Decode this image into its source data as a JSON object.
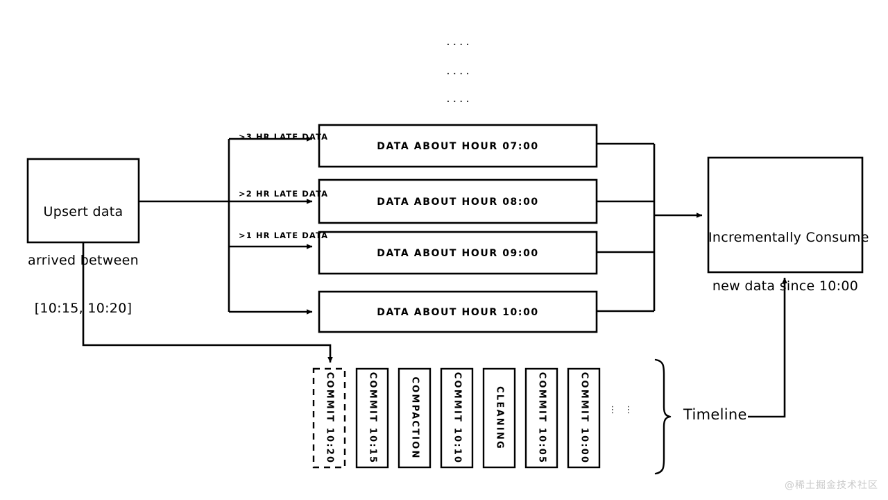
{
  "diagram": {
    "title": "Hudi upsert / incremental consumption timeline",
    "stroke_color": "#000000",
    "background_color": "#ffffff",
    "watermark": "@稀土掘金技术社区"
  },
  "source_box": {
    "line1": "Upsert data",
    "line2": "arrived between",
    "line3": "[10:15, 10:20]"
  },
  "edge_labels": [
    {
      "text": ">3 HR LATE DATA"
    },
    {
      "text": ">2 HR LATE DATA"
    },
    {
      "text": ">1 HR LATE DATA"
    }
  ],
  "data_boxes": [
    {
      "label": "DATA ABOUT HOUR 07:00"
    },
    {
      "label": "DATA ABOUT HOUR 08:00"
    },
    {
      "label": "DATA ABOUT HOUR 09:00"
    },
    {
      "label": "DATA ABOUT HOUR 10:00"
    }
  ],
  "ellipsis": {
    "top_rows": [
      "....",
      "....",
      "...."
    ],
    "timeline_vertical": [
      "⋮",
      "⋮"
    ]
  },
  "consume_box": {
    "line1": "Incrementally Consume",
    "line2": "new data since 10:00"
  },
  "timeline": {
    "label": "Timeline",
    "items": [
      {
        "label": "COMMIT 10:20",
        "style": "dashed"
      },
      {
        "label": "COMMIT 10:15",
        "style": "solid"
      },
      {
        "label": "COMPACTION",
        "style": "solid"
      },
      {
        "label": "COMMIT 10:10",
        "style": "solid"
      },
      {
        "label": "CLEANING",
        "style": "solid"
      },
      {
        "label": "COMMIT 10:05",
        "style": "solid"
      },
      {
        "label": "COMMIT 10:00",
        "style": "solid"
      }
    ]
  }
}
